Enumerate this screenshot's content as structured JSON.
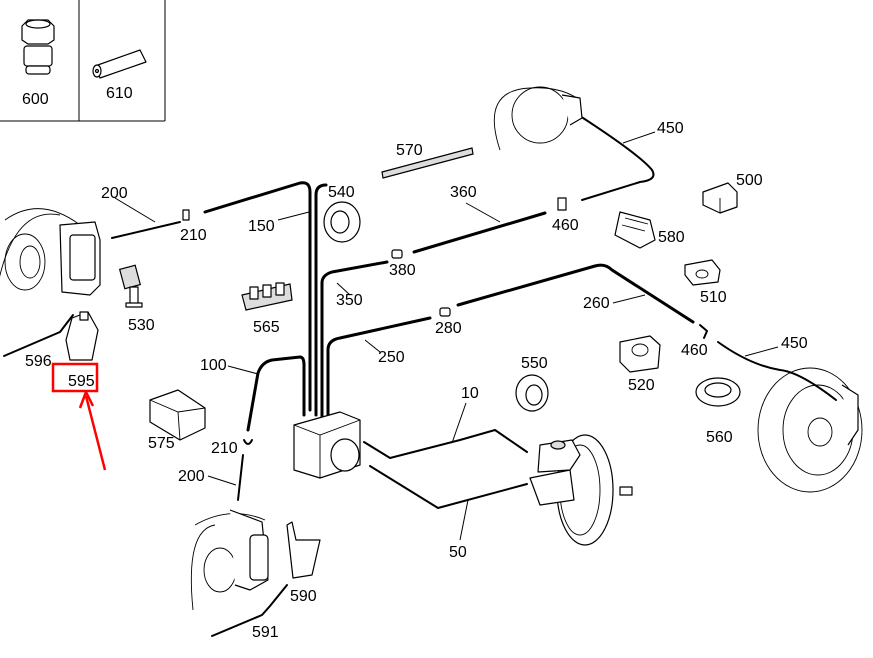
{
  "diagram": {
    "title": "Brake lines / ABS hydraulic unit exploded view",
    "highlight_color": "#ff0000",
    "highlighted_part": "595",
    "inset_parts": [
      {
        "number": "600",
        "icon": "banjo-bolt-icon"
      },
      {
        "number": "610",
        "icon": "sleeve-icon"
      }
    ],
    "labels": {
      "p10": "10",
      "p50": "50",
      "p100": "100",
      "p150": "150",
      "p200_top": "200",
      "p200_bottom": "200",
      "p210_top": "210",
      "p210_bottom": "210",
      "p250": "250",
      "p260": "260",
      "p280": "280",
      "p350": "350",
      "p360": "360",
      "p380": "380",
      "p450_top": "450",
      "p450_bottom": "450",
      "p460_top": "460",
      "p460_bottom": "460",
      "p500": "500",
      "p510": "510",
      "p520": "520",
      "p530": "530",
      "p540": "540",
      "p550": "550",
      "p560": "560",
      "p565": "565",
      "p570": "570",
      "p575": "575",
      "p580": "580",
      "p590": "590",
      "p591": "591",
      "p595": "595",
      "p596": "596",
      "p600": "600",
      "p610": "610"
    }
  }
}
